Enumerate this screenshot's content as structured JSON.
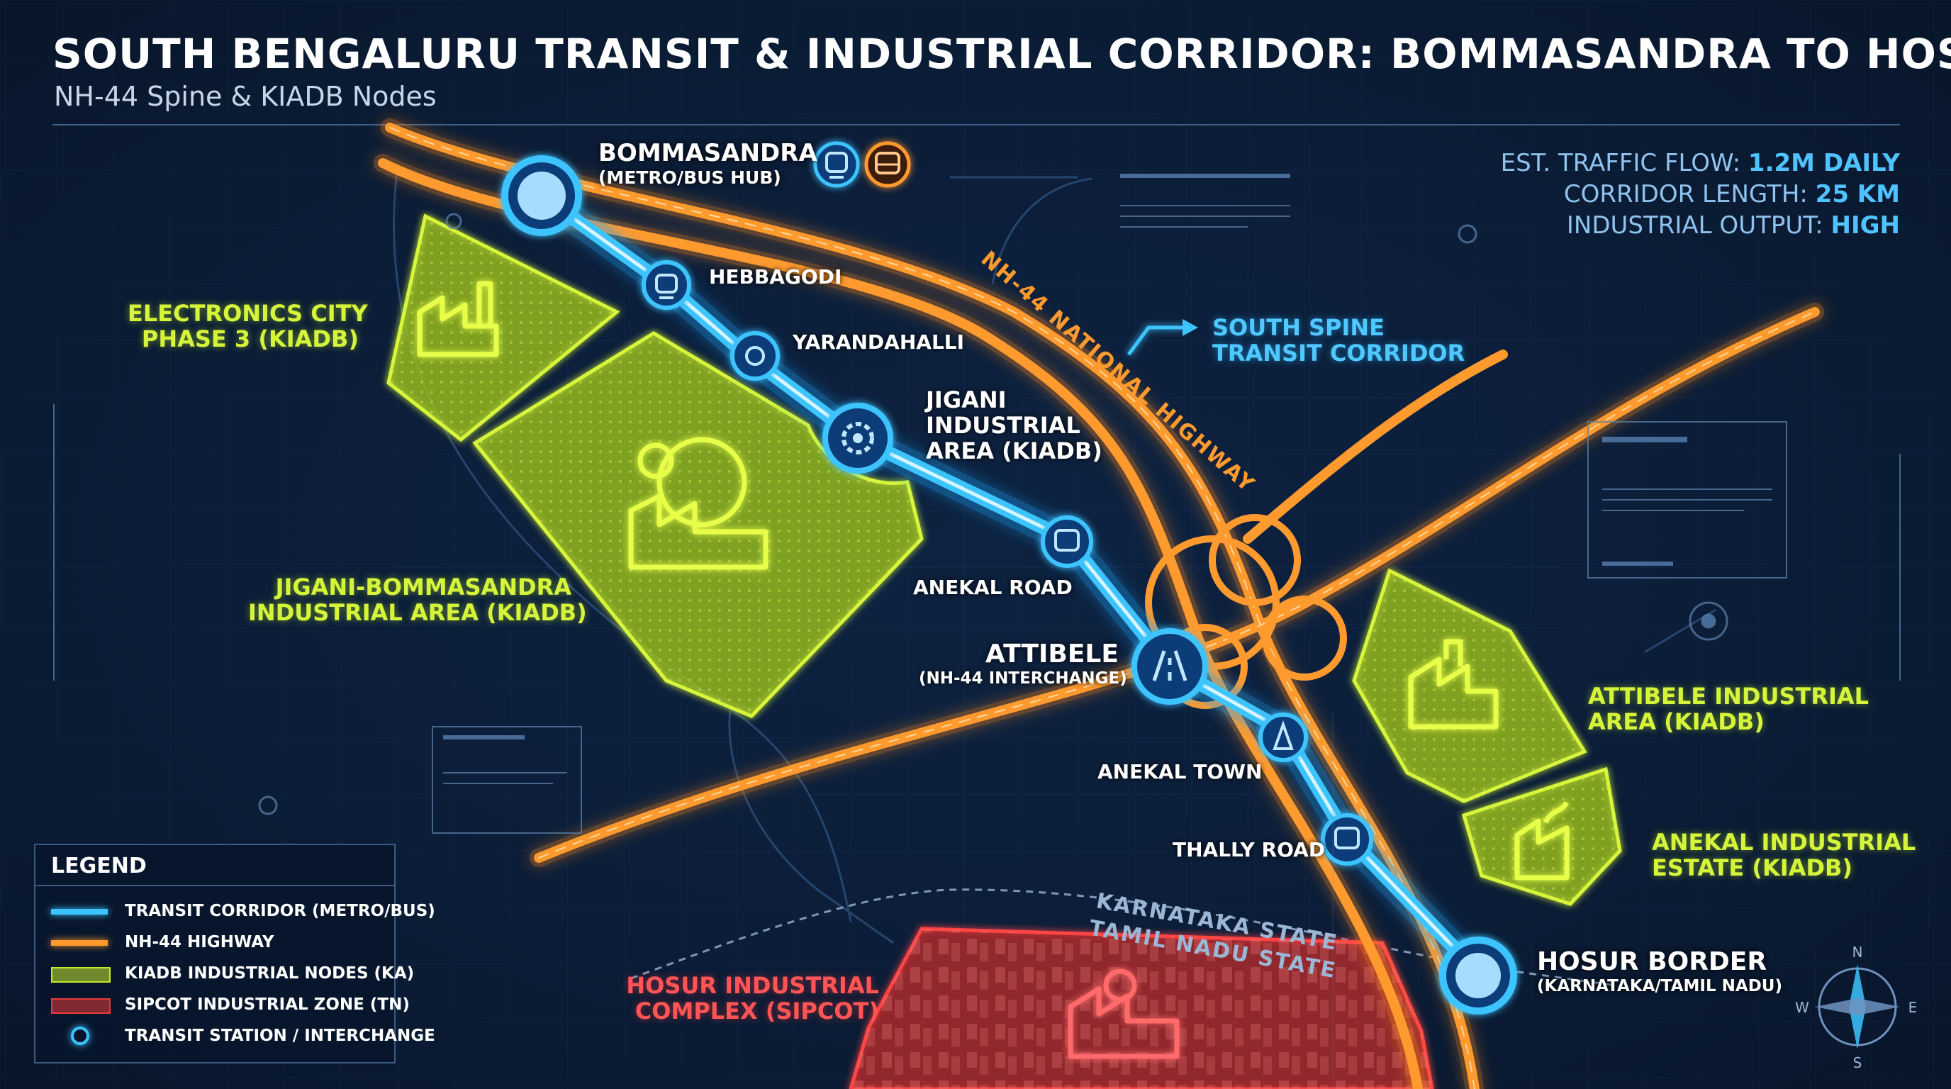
{
  "header": {
    "title": "SOUTH BENGALURU TRANSIT & INDUSTRIAL CORRIDOR: BOMMASANDRA TO HOSUR",
    "subtitle": "NH-44 Spine & KIADB Nodes"
  },
  "stats": [
    {
      "label": "EST. TRAFFIC FLOW: ",
      "value": "1.2M DAILY"
    },
    {
      "label": "CORRIDOR LENGTH: ",
      "value": "25 KM"
    },
    {
      "label": "INDUSTRIAL OUTPUT: ",
      "value": "HIGH"
    }
  ],
  "stations": {
    "bommasandra": {
      "name": "BOMMASANDRA",
      "sub": "(METRO/BUS HUB)"
    },
    "hebbagodi": {
      "name": "HEBBAGODI"
    },
    "yarandahalli": {
      "name": "YARANDAHALLI"
    },
    "jigani": {
      "line1": "JIGANI",
      "line2": "INDUSTRIAL",
      "line3": "AREA (KIADB)"
    },
    "anekal_road": {
      "name": "ANEKAL ROAD"
    },
    "attibele": {
      "name": "ATTIBELE",
      "sub": "(NH-44 INTERCHANGE)"
    },
    "anekal_town": {
      "name": "ANEKAL TOWN"
    },
    "thally_road": {
      "name": "THALLY ROAD"
    },
    "hosur_border": {
      "name": "HOSUR BORDER",
      "sub": "(KARNATAKA/TAMIL NADU)"
    }
  },
  "zones": {
    "electronics_city": {
      "line1": "ELECTRONICS CITY",
      "line2": "PHASE 3 (KIADB)"
    },
    "jigani_bommasandra": {
      "line1": "JIGANI-BOMMASANDRA",
      "line2": "INDUSTRIAL AREA (KIADB)"
    },
    "attibele_ind": {
      "line1": "ATTIBELE INDUSTRIAL",
      "line2": "AREA (KIADB)"
    },
    "anekal_ind": {
      "line1": "ANEKAL INDUSTRIAL",
      "line2": "ESTATE (KIADB)"
    },
    "hosur_sipcot": {
      "line1": "HOSUR INDUSTRIAL",
      "line2": "COMPLEX (SIPCOT)"
    }
  },
  "corridor_callout": {
    "line1": "SOUTH SPINE",
    "line2": "TRANSIT CORRIDOR"
  },
  "highway_label": "NH-44 NATIONAL HIGHWAY",
  "state_labels": {
    "karnataka": "KARNATAKA STATE",
    "tamil_nadu": "TAMIL NADU STATE"
  },
  "compass": {
    "n": "N",
    "s": "S",
    "e": "E",
    "w": "W"
  },
  "legend": {
    "title": "LEGEND",
    "items": [
      {
        "label": "TRANSIT CORRIDOR (METRO/BUS)",
        "color": "#3cc4ff"
      },
      {
        "label": "NH-44 HIGHWAY",
        "color": "#ff9a2e"
      },
      {
        "label": "KIADB INDUSTRIAL NODES (KA)",
        "color": "#c6ea2a"
      },
      {
        "label": "SIPCOT INDUSTRIAL ZONE (TN)",
        "color": "#e53a3a"
      },
      {
        "label": "TRANSIT STATION / INTERCHANGE",
        "color": "#3cc4ff"
      }
    ]
  },
  "colors": {
    "background": "#0b1b33",
    "transit": "#3cc4ff",
    "highway": "#ff9a2e",
    "kiadb": "#c6ea2a",
    "sipcot": "#e53a3a"
  }
}
